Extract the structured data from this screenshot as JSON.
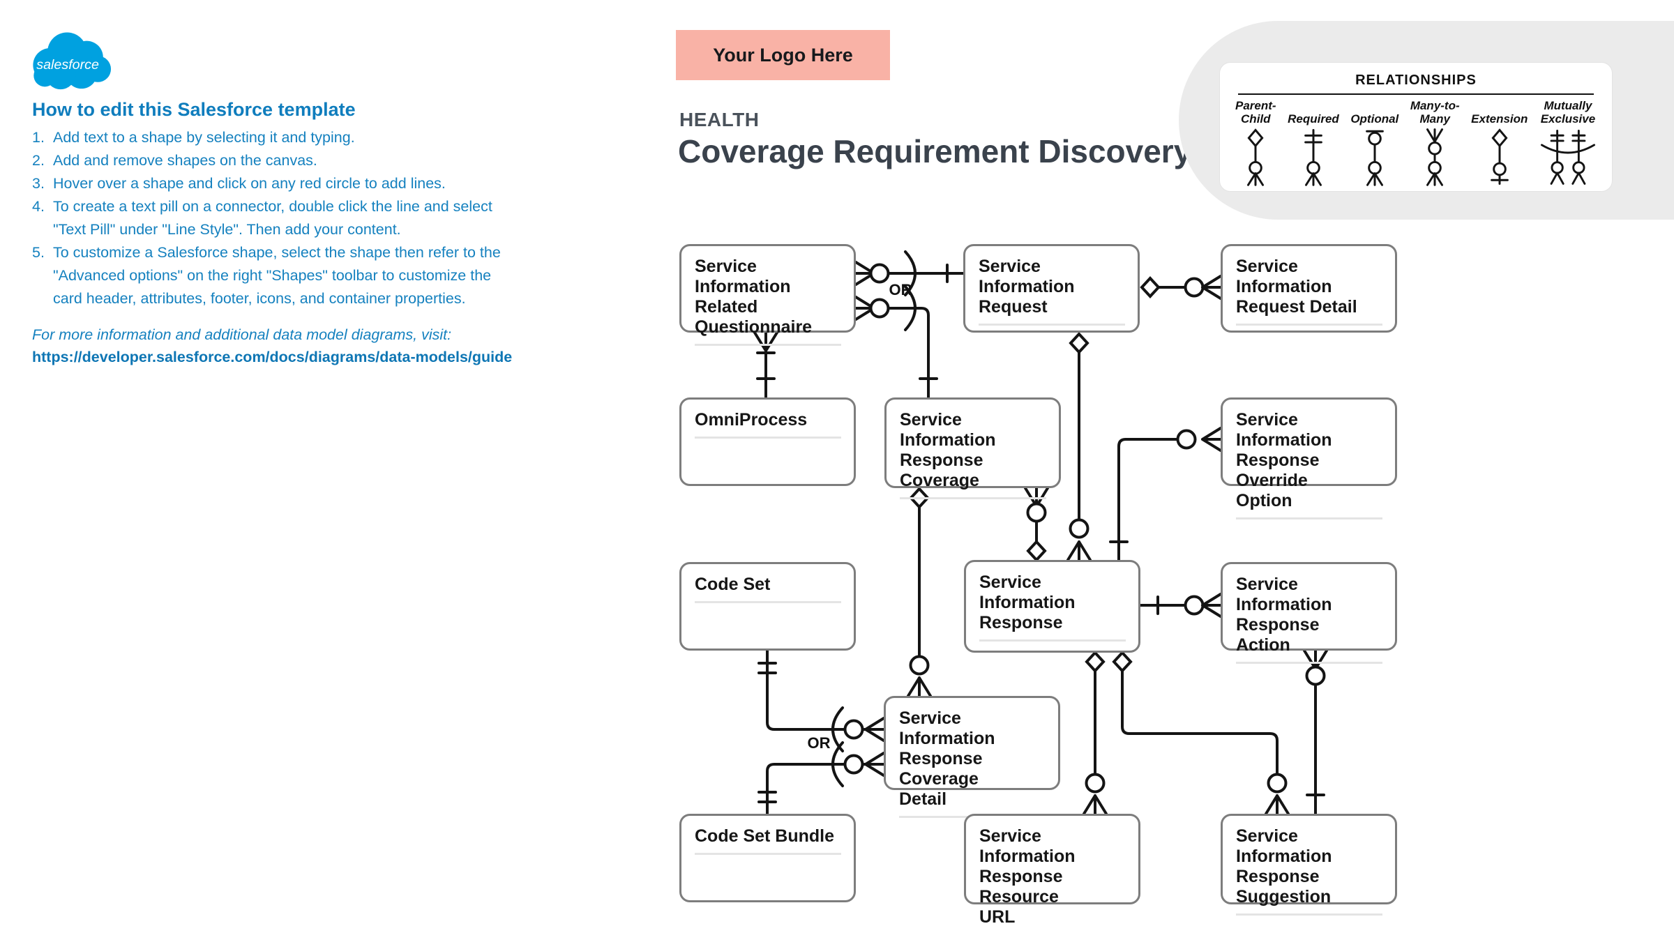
{
  "colors": {
    "sidebar_blue": "#1581bf",
    "salesforce_blue": "#00A1E0",
    "logo_placeholder_pink": "#f9b2a6",
    "category_gray": "#4a525b",
    "title_dark": "#3a424c",
    "entity_border_gray": "#7d7d7d",
    "connector_black": "#141414",
    "legend_blob_gray": "#ebebeb"
  },
  "sidebar": {
    "logo_text": "salesforce",
    "title": "How to edit this Salesforce template",
    "steps": [
      {
        "num": "1.",
        "text": "Add text to a shape by selecting it and typing."
      },
      {
        "num": "2.",
        "text": "Add and remove shapes on the canvas."
      },
      {
        "num": "3.",
        "text": "Hover over a shape and click on any red circle to add lines."
      },
      {
        "num": "4.",
        "text": "To create a text pill on a connector, double click the line and select\n\"Text Pill\" under \"Line Style\". Then add your content."
      },
      {
        "num": "5.",
        "text": "To customize a Salesforce shape, select the shape then refer to the\n\"Advanced options\" on the right \"Shapes\" toolbar to customize the\ncard header, attributes, footer, icons, and container properties."
      }
    ],
    "note": "For more information and additional data model diagrams, visit:",
    "link": "https://developer.salesforce.com/docs/diagrams/data-models/guide"
  },
  "header": {
    "logo_placeholder": "Your Logo Here",
    "category": "HEALTH",
    "title": "Coverage Requirement Discovery"
  },
  "legend": {
    "title": "RELATIONSHIPS",
    "items": [
      {
        "label": "Parent-\nChild",
        "glyph": "parent-child"
      },
      {
        "label": "Required",
        "glyph": "required"
      },
      {
        "label": "Optional",
        "glyph": "optional"
      },
      {
        "label": "Many-to-\nMany",
        "glyph": "many-to-many"
      },
      {
        "label": "Extension",
        "glyph": "extension"
      },
      {
        "label": "Mutually\nExclusive",
        "glyph": "mutually-exclusive"
      }
    ]
  },
  "diagram": {
    "or_label": "OR",
    "entities": [
      {
        "id": "sirq",
        "title": "Service Information\nRelated\nQuestionnaire"
      },
      {
        "id": "sir",
        "title": "Service Information\nRequest"
      },
      {
        "id": "sird",
        "title": "Service Information\nRequest Detail"
      },
      {
        "id": "omniprocess",
        "title": "OmniProcess"
      },
      {
        "id": "sirc",
        "title": "Service Information\nResponse Coverage"
      },
      {
        "id": "siroo",
        "title": "Service Information\nResponse Override\nOption"
      },
      {
        "id": "codeset",
        "title": "Code Set"
      },
      {
        "id": "siresponse",
        "title": "Service Information\nResponse"
      },
      {
        "id": "sira",
        "title": "Service Information\nResponse\nAction"
      },
      {
        "id": "sircd",
        "title": "Service Information\nResponse Coverage\nDetail"
      },
      {
        "id": "codesetbundle",
        "title": "Code Set Bundle"
      },
      {
        "id": "sirru",
        "title": "Service Information\nResponse Resource\nURL"
      },
      {
        "id": "sirs",
        "title": "Service Information\nResponse\nSuggestion"
      }
    ]
  }
}
